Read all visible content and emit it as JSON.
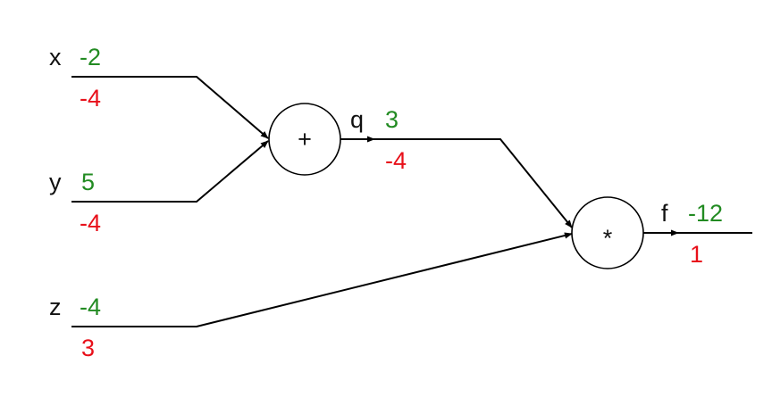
{
  "colors": {
    "forward": "#228b22",
    "gradient": "#e8101a",
    "line": "#000000"
  },
  "inputs": {
    "x": {
      "name": "x",
      "value": "-2",
      "grad": "-4"
    },
    "y": {
      "name": "y",
      "value": "5",
      "grad": "-4"
    },
    "z": {
      "name": "z",
      "value": "-4",
      "grad": "3"
    }
  },
  "nodes": {
    "add": {
      "op": "+"
    },
    "mul": {
      "op": "*"
    }
  },
  "intermediate": {
    "q": {
      "name": "q",
      "value": "3",
      "grad": "-4"
    }
  },
  "output": {
    "f": {
      "name": "f",
      "value": "-12",
      "grad": "1"
    }
  }
}
